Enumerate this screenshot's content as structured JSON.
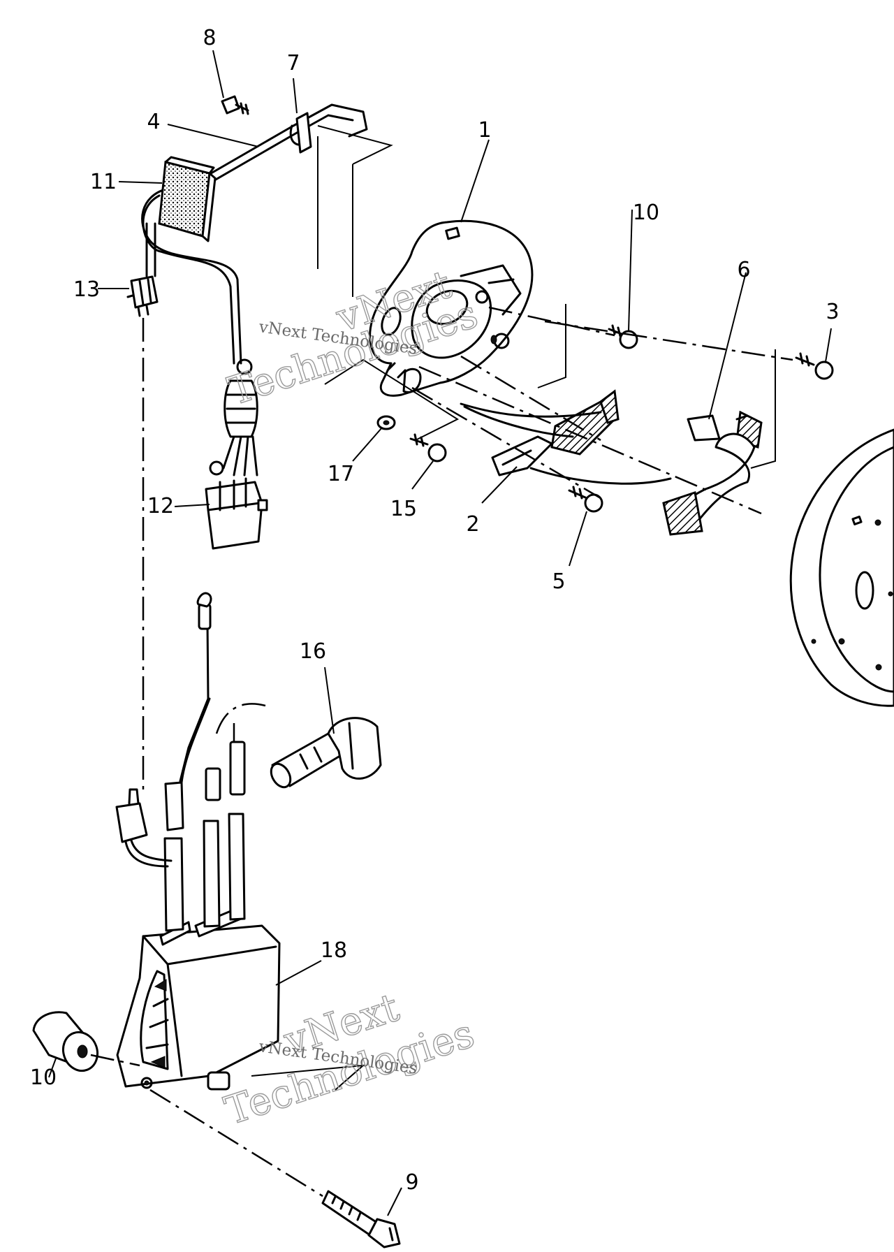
{
  "callouts": [
    {
      "label": "1"
    },
    {
      "label": "2"
    },
    {
      "label": "3"
    },
    {
      "label": "4"
    },
    {
      "label": "5"
    },
    {
      "label": "6"
    },
    {
      "label": "7"
    },
    {
      "label": "8"
    },
    {
      "label": "9"
    },
    {
      "label": "10"
    },
    {
      "label": "10"
    },
    {
      "label": "11"
    },
    {
      "label": "12"
    },
    {
      "label": "13"
    },
    {
      "label": "15"
    },
    {
      "label": "16"
    },
    {
      "label": "17"
    },
    {
      "label": "18"
    }
  ],
  "watermarks": [
    {
      "line1": "vNext",
      "line2": "Technologies",
      "caption": "vNext Technologies"
    },
    {
      "line1": "vNext",
      "line2": "Technologies",
      "caption": "vNext Technologies"
    }
  ]
}
